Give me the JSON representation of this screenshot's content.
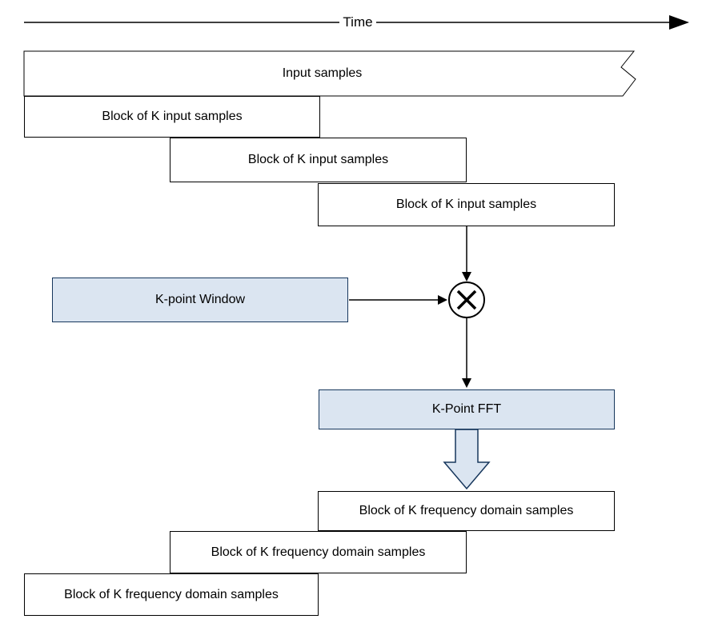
{
  "timeline": {
    "label": "Time"
  },
  "input": {
    "stream_label": "Input samples",
    "blocks": [
      {
        "label": "Block of K input samples"
      },
      {
        "label": "Block of K input samples"
      },
      {
        "label": "Block of K input samples"
      }
    ]
  },
  "processing": {
    "window_label": "K-point Window",
    "multiply_symbol": "✕",
    "fft_label": "K-Point FFT"
  },
  "output": {
    "blocks": [
      {
        "label": "Block of K frequency domain samples"
      },
      {
        "label": "Block of K frequency domain samples"
      },
      {
        "label": "Block of K frequency domain samples"
      }
    ]
  },
  "colors": {
    "highlight_fill": "#dbe5f1",
    "highlight_border": "#16365c",
    "line_color": "#000000",
    "box_border": "#000000"
  }
}
